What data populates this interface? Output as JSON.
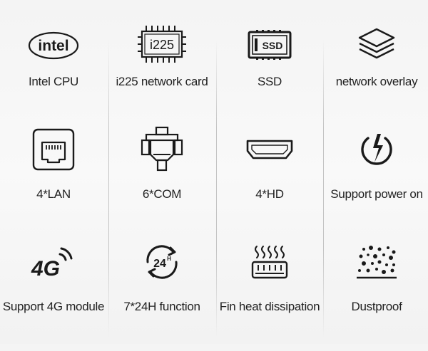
{
  "features": [
    {
      "label": "Intel CPU",
      "icon": "intel-logo-icon",
      "logo_text": "intel"
    },
    {
      "label": "i225 network card",
      "icon": "chip-icon",
      "chip_text": "i225"
    },
    {
      "label": "SSD",
      "icon": "ssd-icon",
      "ssd_text": "SSD"
    },
    {
      "label": "network overlay",
      "icon": "layers-icon"
    },
    {
      "label": "4*LAN",
      "icon": "ethernet-port-icon"
    },
    {
      "label": "6*COM",
      "icon": "serial-port-icon"
    },
    {
      "label": "4*HD",
      "icon": "hdmi-port-icon"
    },
    {
      "label": "Support power on",
      "icon": "power-bolt-icon"
    },
    {
      "label": "Support 4G module",
      "icon": "4g-signal-icon",
      "badge_text": "4G"
    },
    {
      "label": "7*24H function",
      "icon": "24h-cycle-icon",
      "badge_text": "24",
      "badge_sub": "H"
    },
    {
      "label": "Fin heat dissipation",
      "icon": "heatsink-icon"
    },
    {
      "label": "Dustproof",
      "icon": "dust-icon"
    }
  ],
  "colors": {
    "icon": "#1a1a1a",
    "text": "#222222",
    "divider": "#bebebe"
  }
}
